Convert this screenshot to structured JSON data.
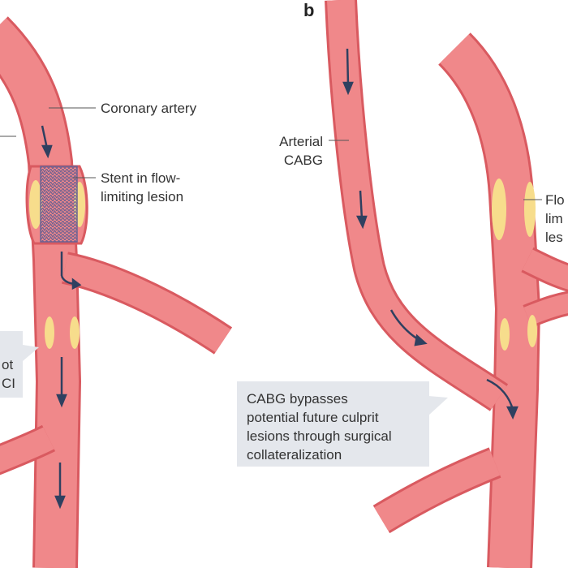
{
  "panels": {
    "b": "b"
  },
  "labels": {
    "coronary_artery": "Coronary artery",
    "stent_line1": "Stent in flow-",
    "stent_line2": "limiting lesion",
    "arterial_line1": "Arterial",
    "arterial_line2": "CABG",
    "flow_line1": "Flo",
    "flow_line2": "lim",
    "flow_line3": "les",
    "left_callout_line1": "ot",
    "left_callout_line2": "CI",
    "cabg_callout": [
      "CABG bypasses",
      "potential future culprit",
      "lesions through surgical",
      "collateralization"
    ]
  },
  "colors": {
    "vessel_fill": "#f0888a",
    "vessel_edge": "#d95a60",
    "vessel_core": "#f7a3a3",
    "plaque": "#f7dd8c",
    "arrow": "#2f4060",
    "stent": "#7a6b9a",
    "callout_bg": "#e4e7ec",
    "leader": "#555555"
  }
}
